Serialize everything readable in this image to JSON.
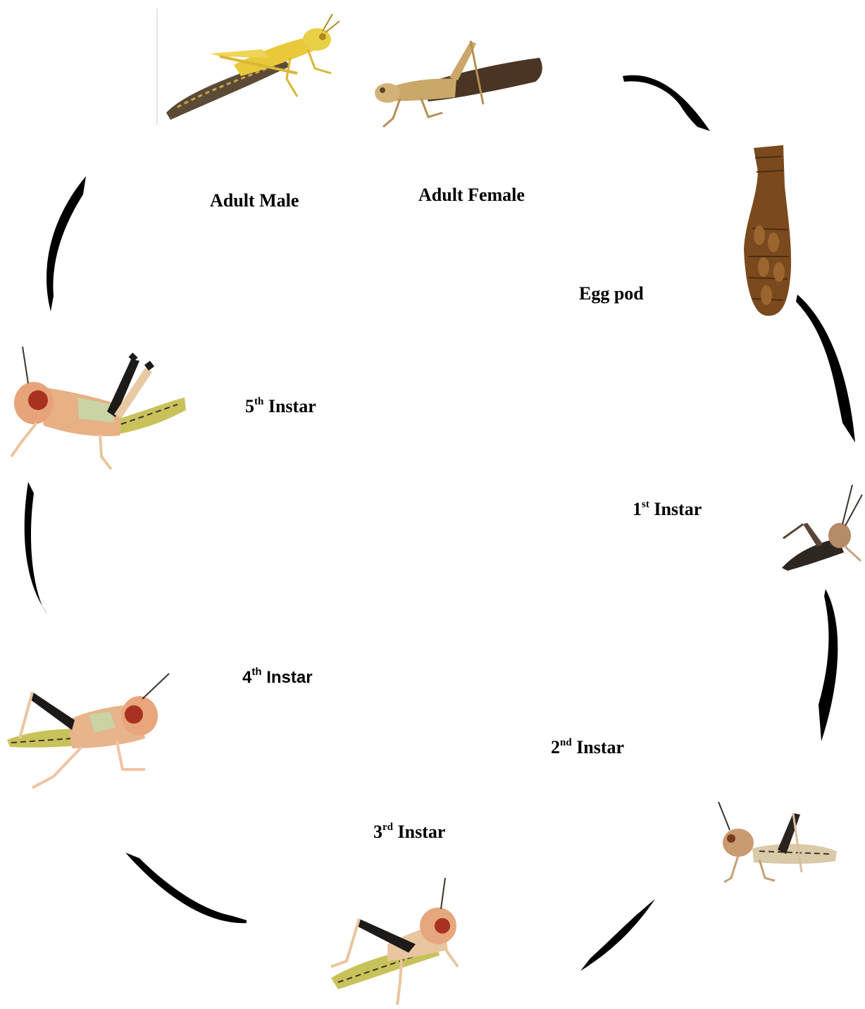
{
  "diagram": {
    "stages": {
      "adult_male": {
        "main": "Adult Male"
      },
      "adult_female": {
        "main": "Adult Female"
      },
      "egg_pod": {
        "main": "Egg pod"
      },
      "instar_1": {
        "num": "1",
        "sup": "st",
        "word": "Instar"
      },
      "instar_2": {
        "num": "2",
        "sup": "nd",
        "word": "Instar"
      },
      "instar_3": {
        "num": "3",
        "sup": "rd",
        "word": "Instar"
      },
      "instar_4": {
        "num": "4",
        "sup": "th",
        "word": "Instar"
      },
      "instar_5": {
        "num": "5",
        "sup": "th",
        "word": "Instar"
      }
    },
    "colors": {
      "arrow": "#000000",
      "adult_male_body": "#e8c93a",
      "adult_female_body": "#c9a86a",
      "egg_pod": "#7a4a1e",
      "nymph_body": "#e7b48c",
      "nymph_dark": "#1d1a18",
      "nymph_eye": "#a8321f"
    }
  }
}
